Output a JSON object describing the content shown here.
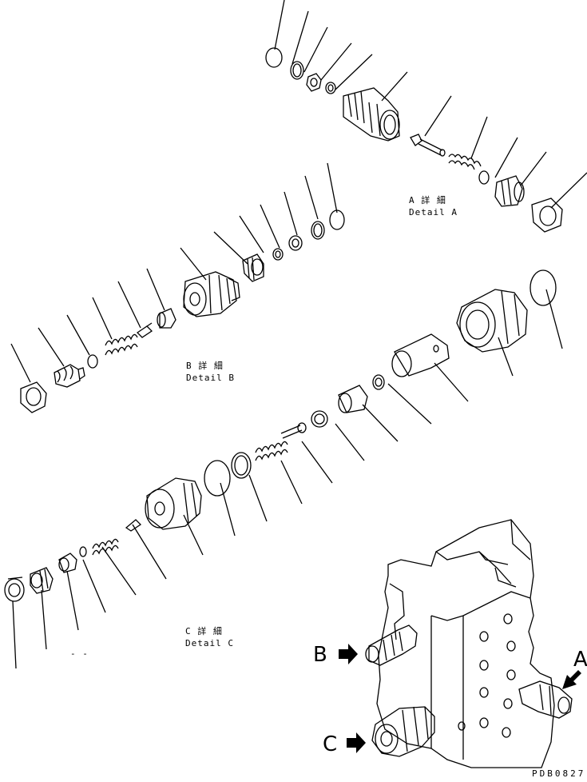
{
  "details": {
    "a": {
      "jp": "A 詳 細",
      "en": "Detail A"
    },
    "b": {
      "jp": "B 詳 細",
      "en": "Detail B"
    },
    "c": {
      "jp": "C 詳 細",
      "en": "Detail C"
    }
  },
  "view_labels": {
    "a": "A",
    "b": "B",
    "c": "C"
  },
  "drawing_code": "PDB0827",
  "stray_mark": "- -"
}
